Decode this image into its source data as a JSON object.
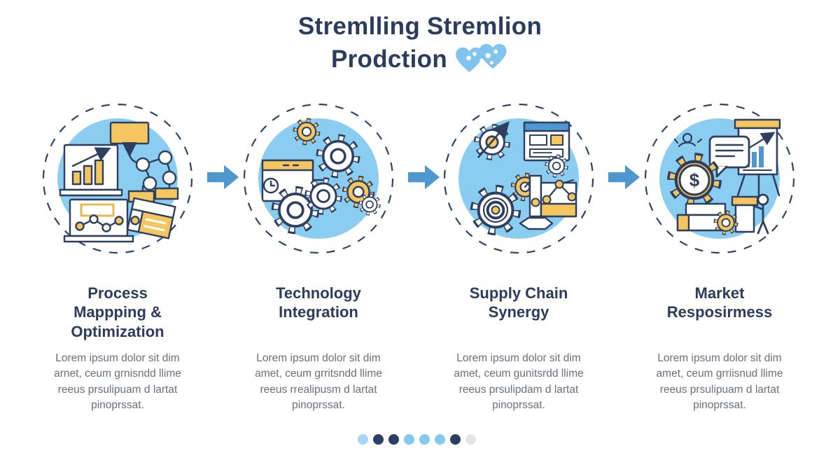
{
  "page": {
    "background": "#FFFFFF"
  },
  "title": {
    "line1": "Stremlling Stremlion",
    "line2": "Prodction",
    "icon": "puzzle-hearts-icon"
  },
  "steps": [
    {
      "heading_lines": [
        "Process",
        "Mappping &",
        "Optimization"
      ],
      "body_lines": [
        "Lorem ipsum dolor sit dim",
        "arnet, ceum grnisndd llime",
        "reeus prsulipuam d lartat",
        "pinoprssat."
      ],
      "icons": [
        "bar-chart-board-icon",
        "flowchart-icon",
        "network-document-icon",
        "package-box-icon"
      ]
    },
    {
      "heading_lines": [
        "Technology",
        "Integration"
      ],
      "body_lines": [
        "Lorem ipsum dolor sit dim",
        "amet, ceum grritsndd llime",
        "reeus rrealipusm d lartat",
        "pinoprssat."
      ],
      "icons": [
        "browser-window-icon",
        "gears-icon"
      ]
    },
    {
      "heading_lines": [
        "Supply Chain",
        "Synergy"
      ],
      "body_lines": [
        "Lorem ipsum dolor sit dim",
        "amet, ceum gunitsrdd llime",
        "reeus prsulipdam d lartat",
        "pinoprssat."
      ],
      "icons": [
        "gear-arrow-icon",
        "presentation-window-icon",
        "gauge-gear-icon",
        "target-gear-icon",
        "network-chart-icon"
      ]
    },
    {
      "heading_lines": [
        "Market",
        "Resposirmess"
      ],
      "body_lines": [
        "Lorem ipsum dolor sit dim",
        "amet, ceum grriisnud llime",
        "reeus prsulipuam d lartat",
        "pinoprssat."
      ],
      "icons": [
        "person-sketch-icon",
        "dollar-gear-icon",
        "speech-bubble-icon",
        "presentation-easel-icon",
        "market-stand-icon",
        "small-gear-icon",
        "presenter-person-icon"
      ],
      "currency_symbol": "$"
    }
  ],
  "arrows": {
    "count": 3,
    "direction": "right",
    "color": "#4F97CF"
  },
  "footer": {
    "dots": [
      "#A6D4F2",
      "#2C3E63",
      "#2C3E63",
      "#85C8EF",
      "#85C8EF",
      "#85C8EF",
      "#2C3E63",
      "#E3E4E6"
    ]
  },
  "colors": {
    "navy": "#2B3C5E",
    "sky_disc": "#8BCDF0",
    "accent_yellow": "#F5C55F",
    "body_text": "#6A6E76",
    "arrow_blue": "#4F97CF",
    "title_icon_blue": "#7EC4EE"
  }
}
